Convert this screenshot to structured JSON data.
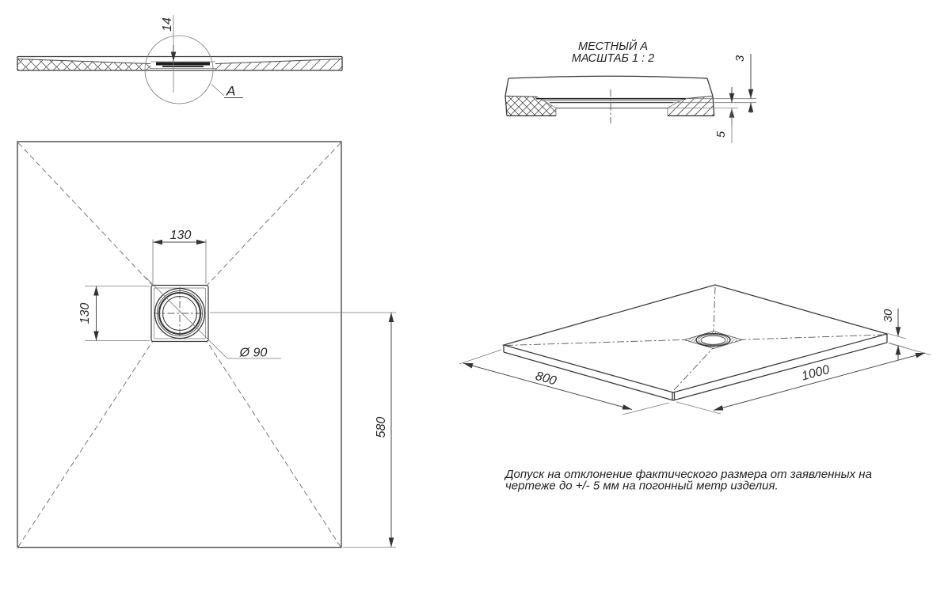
{
  "drawing": {
    "section_view": {
      "dim_depth": "14",
      "detail_marker": "A"
    },
    "plan_view": {
      "dim_drain_width": "130",
      "dim_drain_height": "130",
      "dim_drain_diameter": "Ø 90",
      "dim_drain_offset": "580"
    },
    "detail_view": {
      "title": "МЕСТНЫЙ А",
      "scale_label": "МАСШТАБ 1 : 2",
      "dim_lip": "3",
      "dim_recess": "5"
    },
    "isometric_view": {
      "dim_width": "800",
      "dim_length": "1000",
      "dim_thickness": "30"
    },
    "note_line1": "Допуск на отклонение фактического размера от заявленных на",
    "note_line2": "чертеже до +/- 5 мм на погонный метр изделия.",
    "colors": {
      "background": "#ffffff",
      "main_line": "#3c3c3c",
      "thin_line": "#787878",
      "text": "#2a2a2a"
    }
  }
}
